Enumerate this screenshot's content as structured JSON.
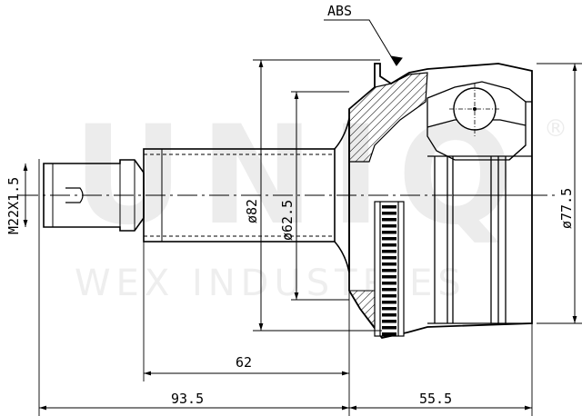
{
  "watermark": {
    "logo": "UNIQ",
    "registered": "®",
    "subtitle": "WEX INDUSTRIES"
  },
  "labels": {
    "abs": "ABS",
    "thread": "M22X1.5",
    "dia_82": "ø82",
    "dia_62_5": "ø62.5",
    "dia_77_5": "ø77.5",
    "len_62": "62",
    "len_93_5": "93.5",
    "len_55_5": "55.5"
  }
}
